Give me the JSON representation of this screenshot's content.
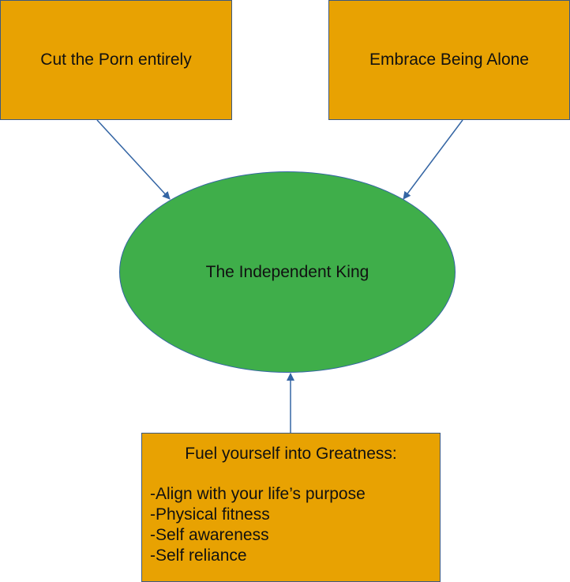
{
  "nodes": {
    "top_left": "Cut the Porn entirely",
    "top_right": "Embrace Being Alone",
    "center": "The Independent King",
    "bottom": {
      "title": "Fuel yourself into Greatness:",
      "items": [
        "-Align with your life’s purpose",
        "-Physical fitness",
        "-Self awareness",
        "-Self reliance"
      ]
    }
  },
  "colors": {
    "box": "#e8a202",
    "ellipse": "#3fae4a",
    "arrow": "#3465a4"
  }
}
